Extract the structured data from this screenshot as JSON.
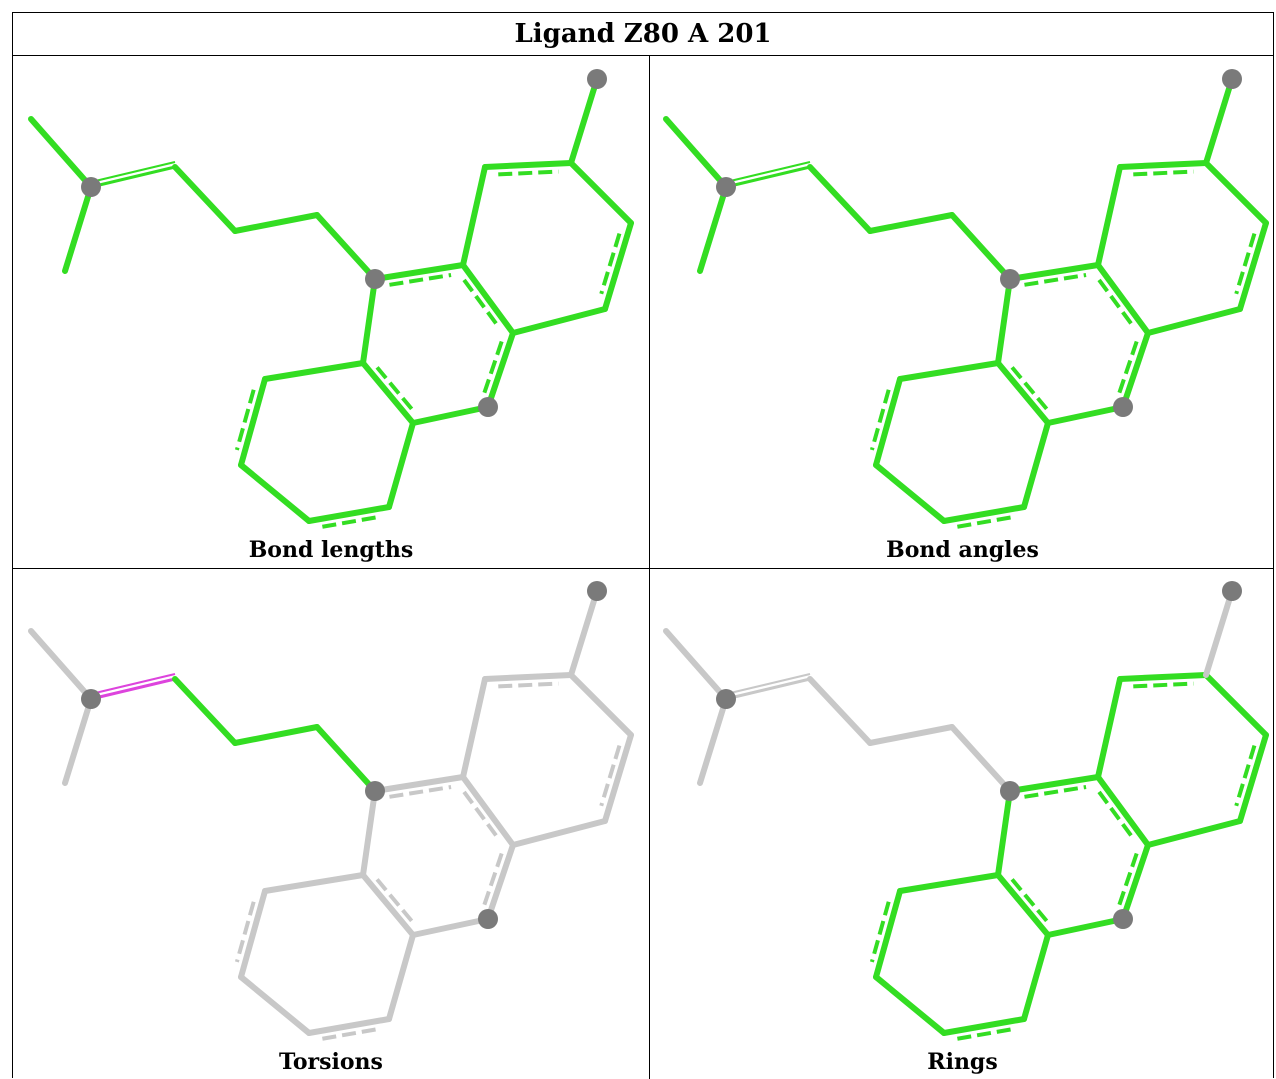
{
  "title": "Ligand Z80 A 201",
  "panels": [
    {
      "caption": "Bond lengths",
      "mode": "all-green"
    },
    {
      "caption": "Bond angles",
      "mode": "all-green"
    },
    {
      "caption": "Torsions",
      "mode": "torsions"
    },
    {
      "caption": "Rings",
      "mode": "rings"
    }
  ],
  "colors": {
    "ok": "#33dd22",
    "outlier": "#dd44dd",
    "neutral": "#c8c8c8",
    "atom": "#7a7a7a",
    "border": "#000000"
  }
}
